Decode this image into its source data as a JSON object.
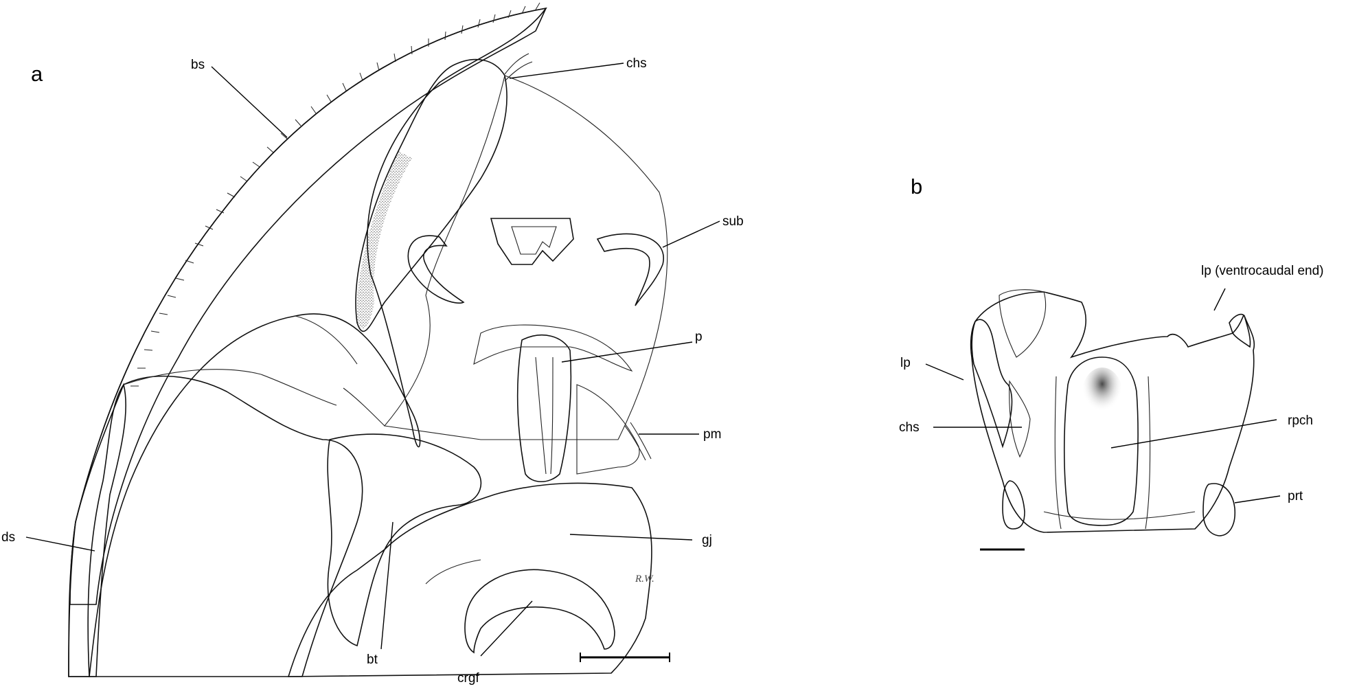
{
  "panels": {
    "a": "a",
    "b": "b"
  },
  "labels_a": {
    "bs": "bs",
    "chs": "chs",
    "sub": "sub",
    "p": "p",
    "pm": "pm",
    "ds": "ds",
    "gj": "gj",
    "bt": "bt",
    "crgf": "crgf"
  },
  "labels_b": {
    "lp_end": "lp (ventrocaudal end)",
    "lp": "lp",
    "chs": "chs",
    "rpch": "rpch",
    "prt": "prt"
  },
  "signature": "R.W."
}
